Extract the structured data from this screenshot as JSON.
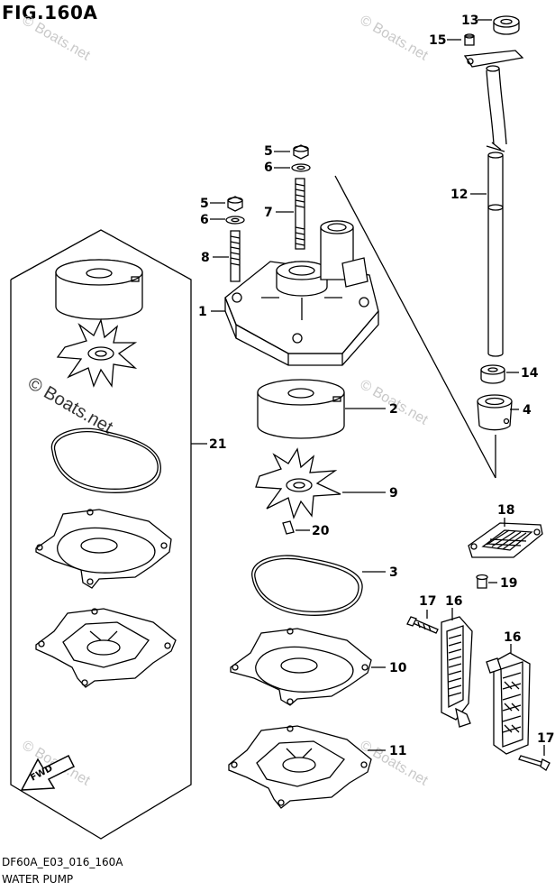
{
  "figure_title": "FIG.160A",
  "footer": {
    "code": "DF60A_E03_016_160A",
    "name": "WATER PUMP"
  },
  "watermark": {
    "text": "© Boats.net",
    "color": "#c9c9c9"
  },
  "fwd_label": "FWD",
  "callouts": {
    "c1": "1",
    "c2": "2",
    "c3": "3",
    "c4": "4",
    "c5a": "5",
    "c5b": "5",
    "c6a": "6",
    "c6b": "6",
    "c7": "7",
    "c8": "8",
    "c9": "9",
    "c10": "10",
    "c11": "11",
    "c12": "12",
    "c13": "13",
    "c14": "14",
    "c15": "15",
    "c16a": "16",
    "c16b": "16",
    "c17a": "17",
    "c17b": "17",
    "c18": "18",
    "c19": "19",
    "c20": "20",
    "c21": "21"
  }
}
